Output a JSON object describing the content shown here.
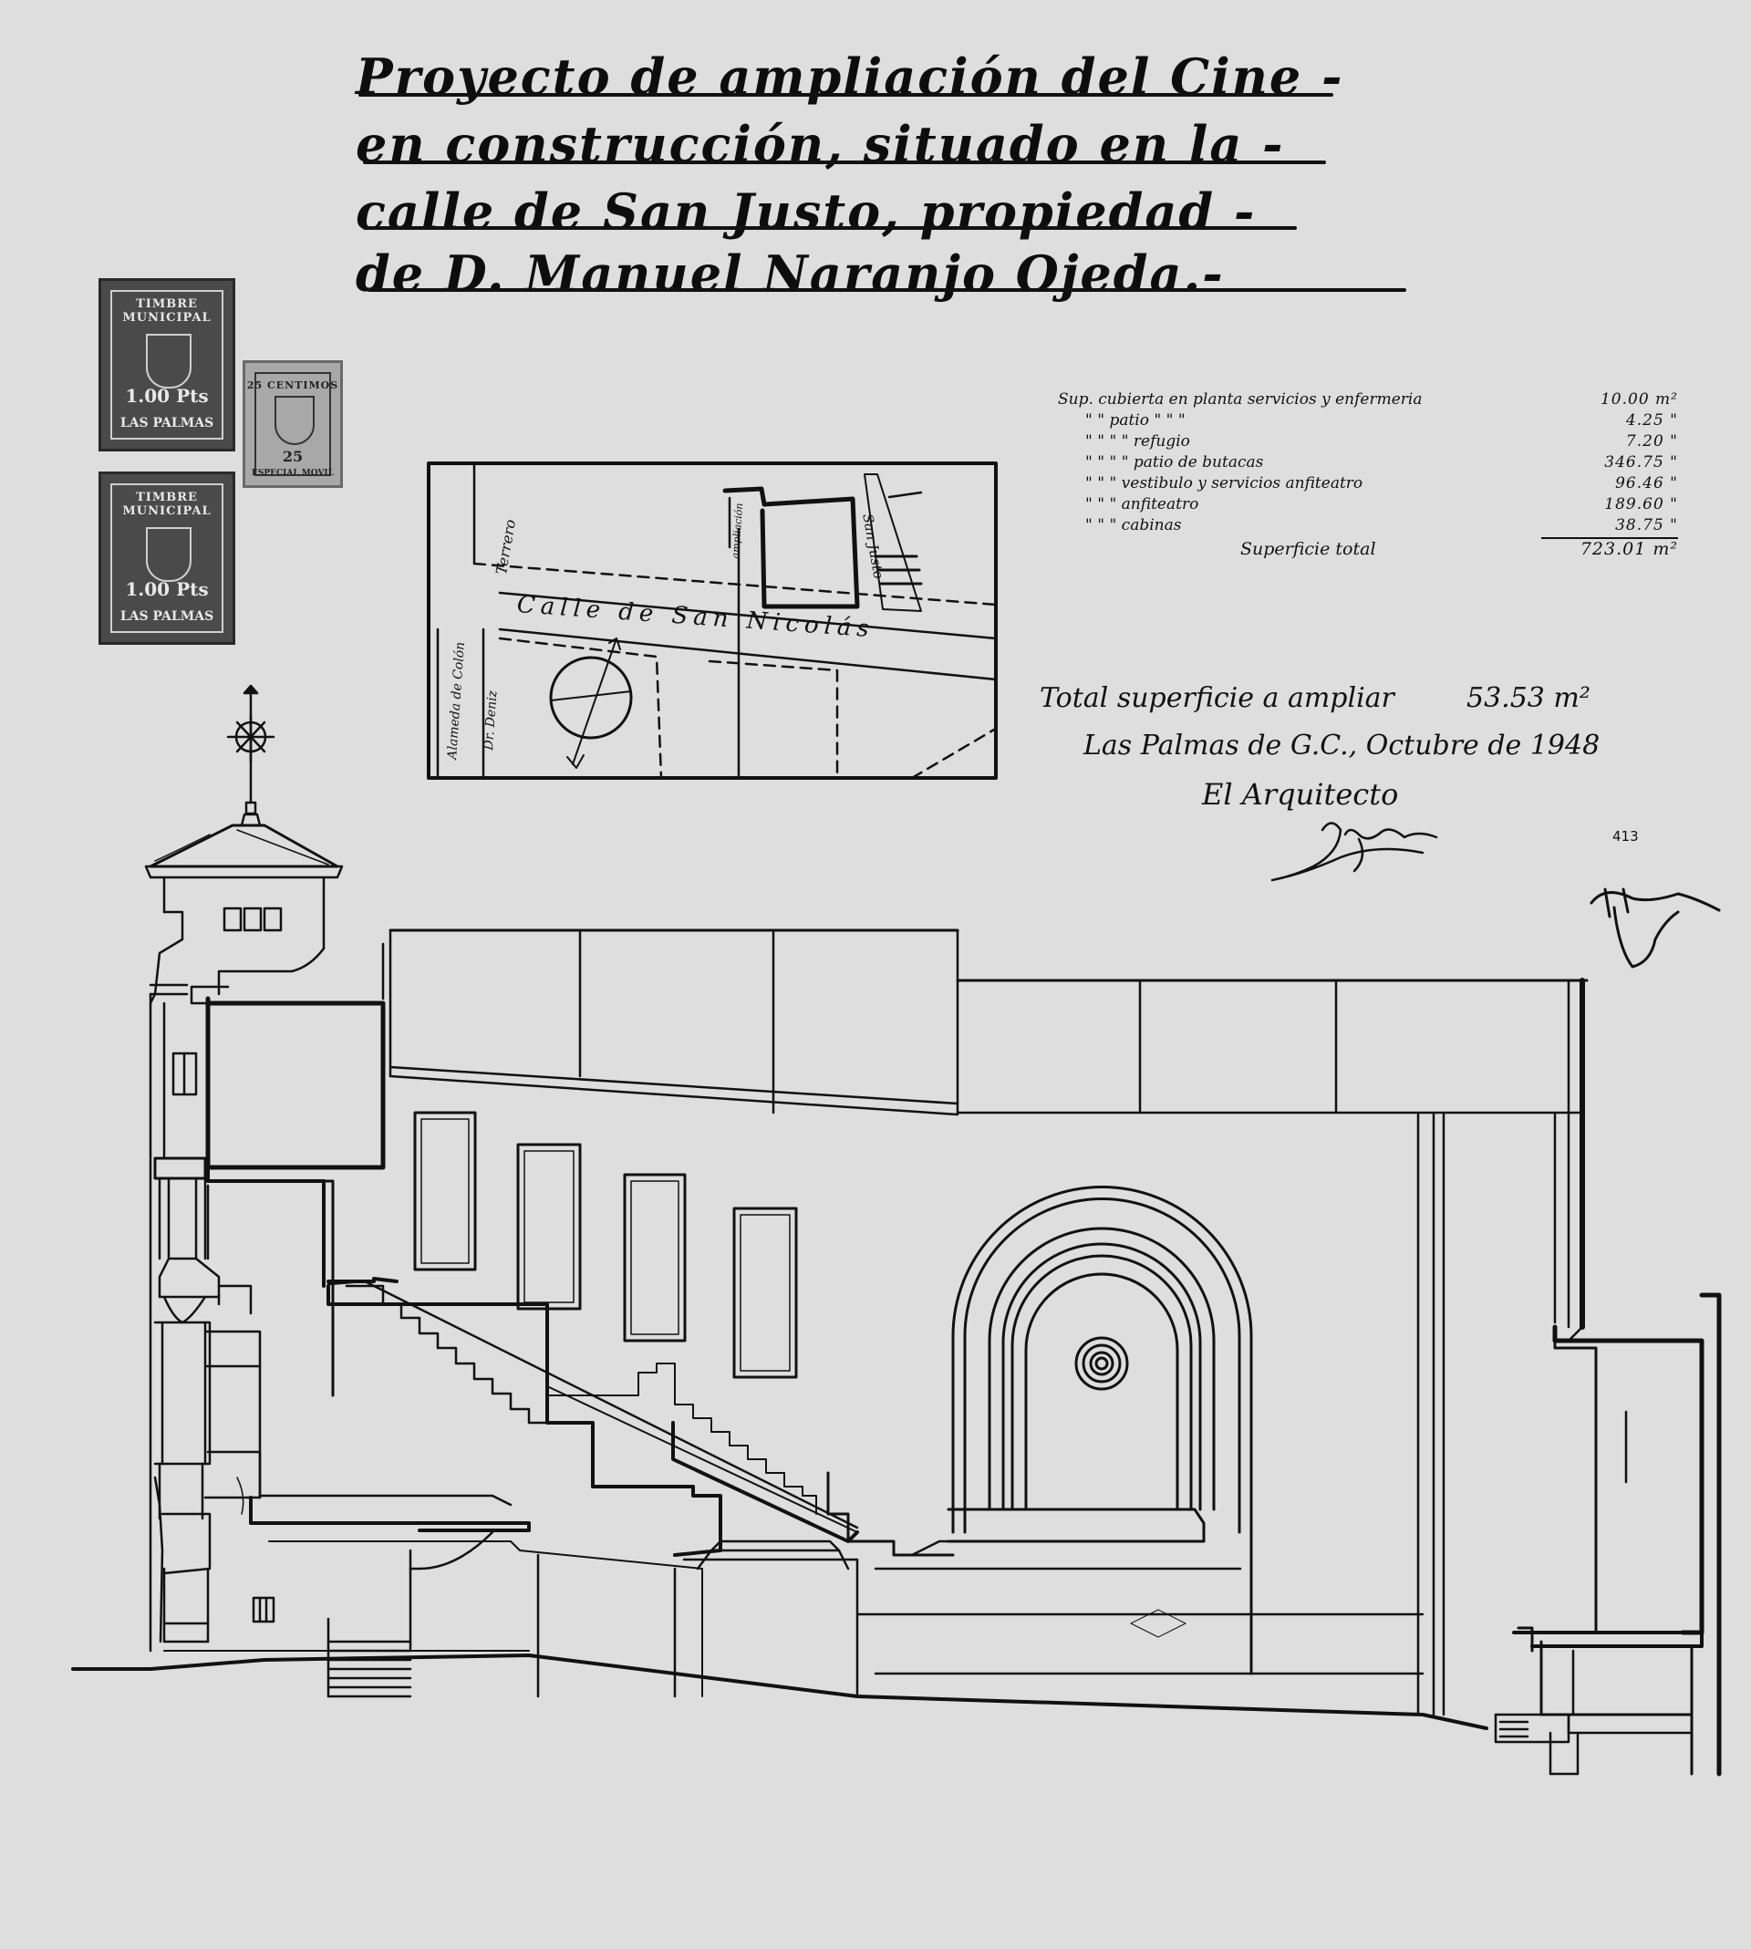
{
  "title": {
    "lines": [
      "Proyecto de ampliación del Cine -",
      "en construcción, situado en la -",
      "calle de San Justo, propiedad -",
      "de D. Manuel Naranjo Ojeda.-"
    ]
  },
  "stamps": [
    {
      "top": "TIMBRE MUNICIPAL",
      "value": "1.00 Pts",
      "city": "LAS PALMAS"
    },
    {
      "top": "25 CENTIMOS",
      "value": "25",
      "city": "ESPECIAL MOVIL"
    },
    {
      "top": "TIMBRE MUNICIPAL",
      "value": "1.00 Pts",
      "city": "LAS PALMAS"
    }
  ],
  "surfaces": {
    "rows": [
      {
        "label": "Sup. cubierta en planta servicios y enfermeria",
        "value": "10.00 m²"
      },
      {
        "label": "\"     \"     patio   \"     \"     \"",
        "value": "4.25 \""
      },
      {
        "label": "\"     \"     \"     \"   refugio",
        "value": "7.20 \""
      },
      {
        "label": "\"     \"     \"     \"   patio de butacas",
        "value": "346.75 \""
      },
      {
        "label": "\"     \"     \"   vestibulo y servicios anfiteatro",
        "value": "96.46 \""
      },
      {
        "label": "\"     \"     \"   anfiteatro",
        "value": "189.60 \""
      },
      {
        "label": "\"     \"     \"   cabinas",
        "value": "38.75 \""
      },
      {
        "label": "Superficie total",
        "value": "723.01 m²"
      }
    ]
  },
  "total_ampliar": {
    "label": "Total superficie a ampliar",
    "value": "53.53 m²"
  },
  "place_date": "Las Palmas de G.C., Octubre de 1948",
  "signature_title": "El Arquitecto",
  "sheet_number": "413",
  "plan": {
    "street_main": "Calle de San Nicolás",
    "street_side": "San Justo",
    "terrain": "Terrero",
    "avenue": "Alameda de Colón",
    "street_dr": "Dr. Deniz",
    "ampliacion": "ampliación"
  }
}
